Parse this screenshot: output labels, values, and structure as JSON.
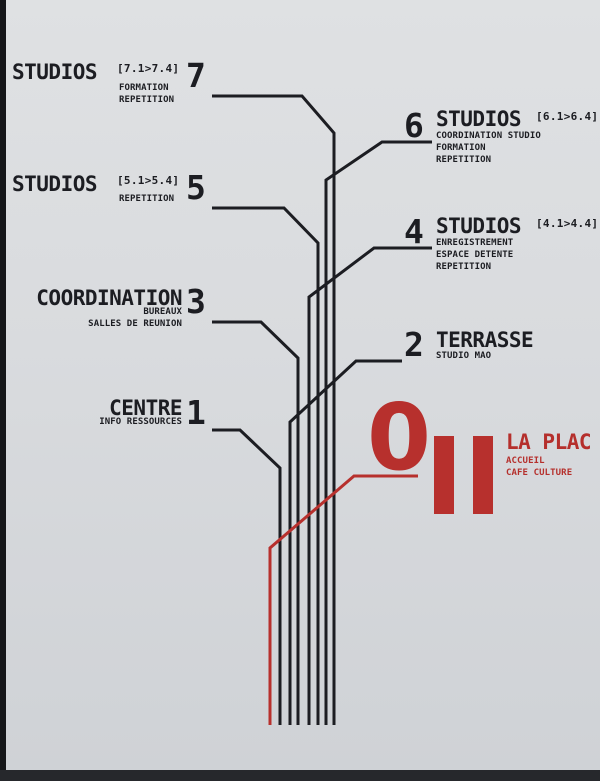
{
  "floors": [
    {
      "number": "7",
      "title": "STUDIOS",
      "range": "[7.1>7.4]",
      "lines": [
        "FORMATION",
        "REPETITION"
      ]
    },
    {
      "number": "6",
      "title": "STUDIOS",
      "range": "[6.1>6.4]",
      "lines": [
        "COORDINATION STUDIO",
        "FORMATION",
        "REPETITION"
      ]
    },
    {
      "number": "5",
      "title": "STUDIOS",
      "range": "[5.1>5.4]",
      "lines": [
        "REPETITION"
      ]
    },
    {
      "number": "4",
      "title": "STUDIOS",
      "range": "[4.1>4.4]",
      "lines": [
        "ENREGISTREMENT",
        "ESPACE DETENTE",
        "REPETITION"
      ]
    },
    {
      "number": "3",
      "title": "COORDINATION",
      "lines": [
        "BUREAUX",
        "SALLES DE REUNION"
      ]
    },
    {
      "number": "2",
      "title": "TERRASSE",
      "lines": [
        "STUDIO MAO"
      ]
    },
    {
      "number": "1",
      "title": "CENTRE",
      "lines": [
        "INFO RESSOURCES"
      ]
    },
    {
      "number": "0",
      "title": "LA PLAC",
      "lines": [
        "ACCUEIL",
        "CAFE CULTURE"
      ]
    }
  ],
  "colors": {
    "ink": "#1c1d22",
    "accent": "#b7302d",
    "panel": "#dcdee1"
  }
}
